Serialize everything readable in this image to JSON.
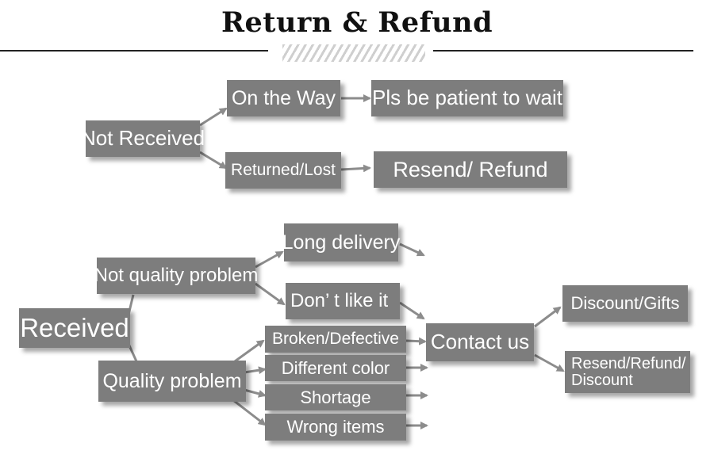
{
  "title": "Return & Refund",
  "nodes": {
    "not_received": "Not Received",
    "on_the_way": "On the Way",
    "pls_wait": "Pls be patient to wait",
    "returned_lost": "Returned/Lost",
    "resend_refund": "Resend/ Refund",
    "received": "Received",
    "not_quality_problem": "Not quality problem",
    "long_delivery": "Long delivery",
    "dont_like_it": "Don’ t like it",
    "quality_problem": "Quality problem",
    "broken_defective": "Broken/Defective",
    "different_color": "Different color",
    "shortage": "Shortage",
    "wrong_items": "Wrong items",
    "contact_us": "Contact us",
    "discount_gifts": "Discount/Gifts",
    "resend_refund_discount": "Resend/Refund/ Discount"
  },
  "colors": {
    "box": "#7d7d7d",
    "text": "#ffffff",
    "arrow": "#8c8c8c"
  }
}
